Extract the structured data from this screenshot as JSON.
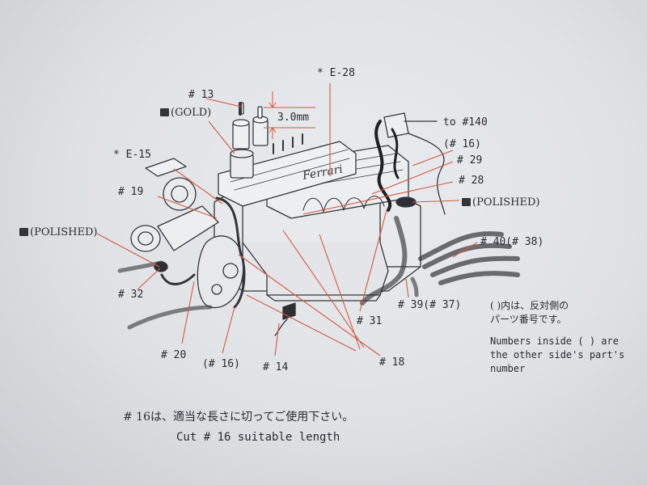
{
  "labels": {
    "p13": "# 13",
    "gold": "(GOLD)",
    "dim": "3.0mm",
    "e28": "* E-28",
    "to140": "to #140",
    "p16r": "(# 16)",
    "p29": "# 29",
    "p28": "# 28",
    "polished_r": "(POLISHED)",
    "e15": "* E-15",
    "p19": "# 19",
    "polished_l": "(POLISHED)",
    "p40": "# 40(# 38)",
    "p32": "# 32",
    "p39": "# 39(# 37)",
    "p31": "# 31",
    "p20": "# 20",
    "p16b": "(# 16)",
    "p14": "# 14",
    "p18": "# 18",
    "brand": "Ferrari"
  },
  "notes": {
    "jp1": "( )内は、反対側の",
    "jp2": "パーツ番号です。",
    "en1": "Numbers inside ( ) are",
    "en2": "the other side's part's",
    "en3": "number"
  },
  "footer": {
    "jp": "# 16は、適当な長さに切ってご使用下さい。",
    "en": "Cut # 16 suitable length"
  },
  "colors": {
    "leader": "#d9573d",
    "ink": "#2e2f35",
    "paper": "#e4e7ea"
  }
}
